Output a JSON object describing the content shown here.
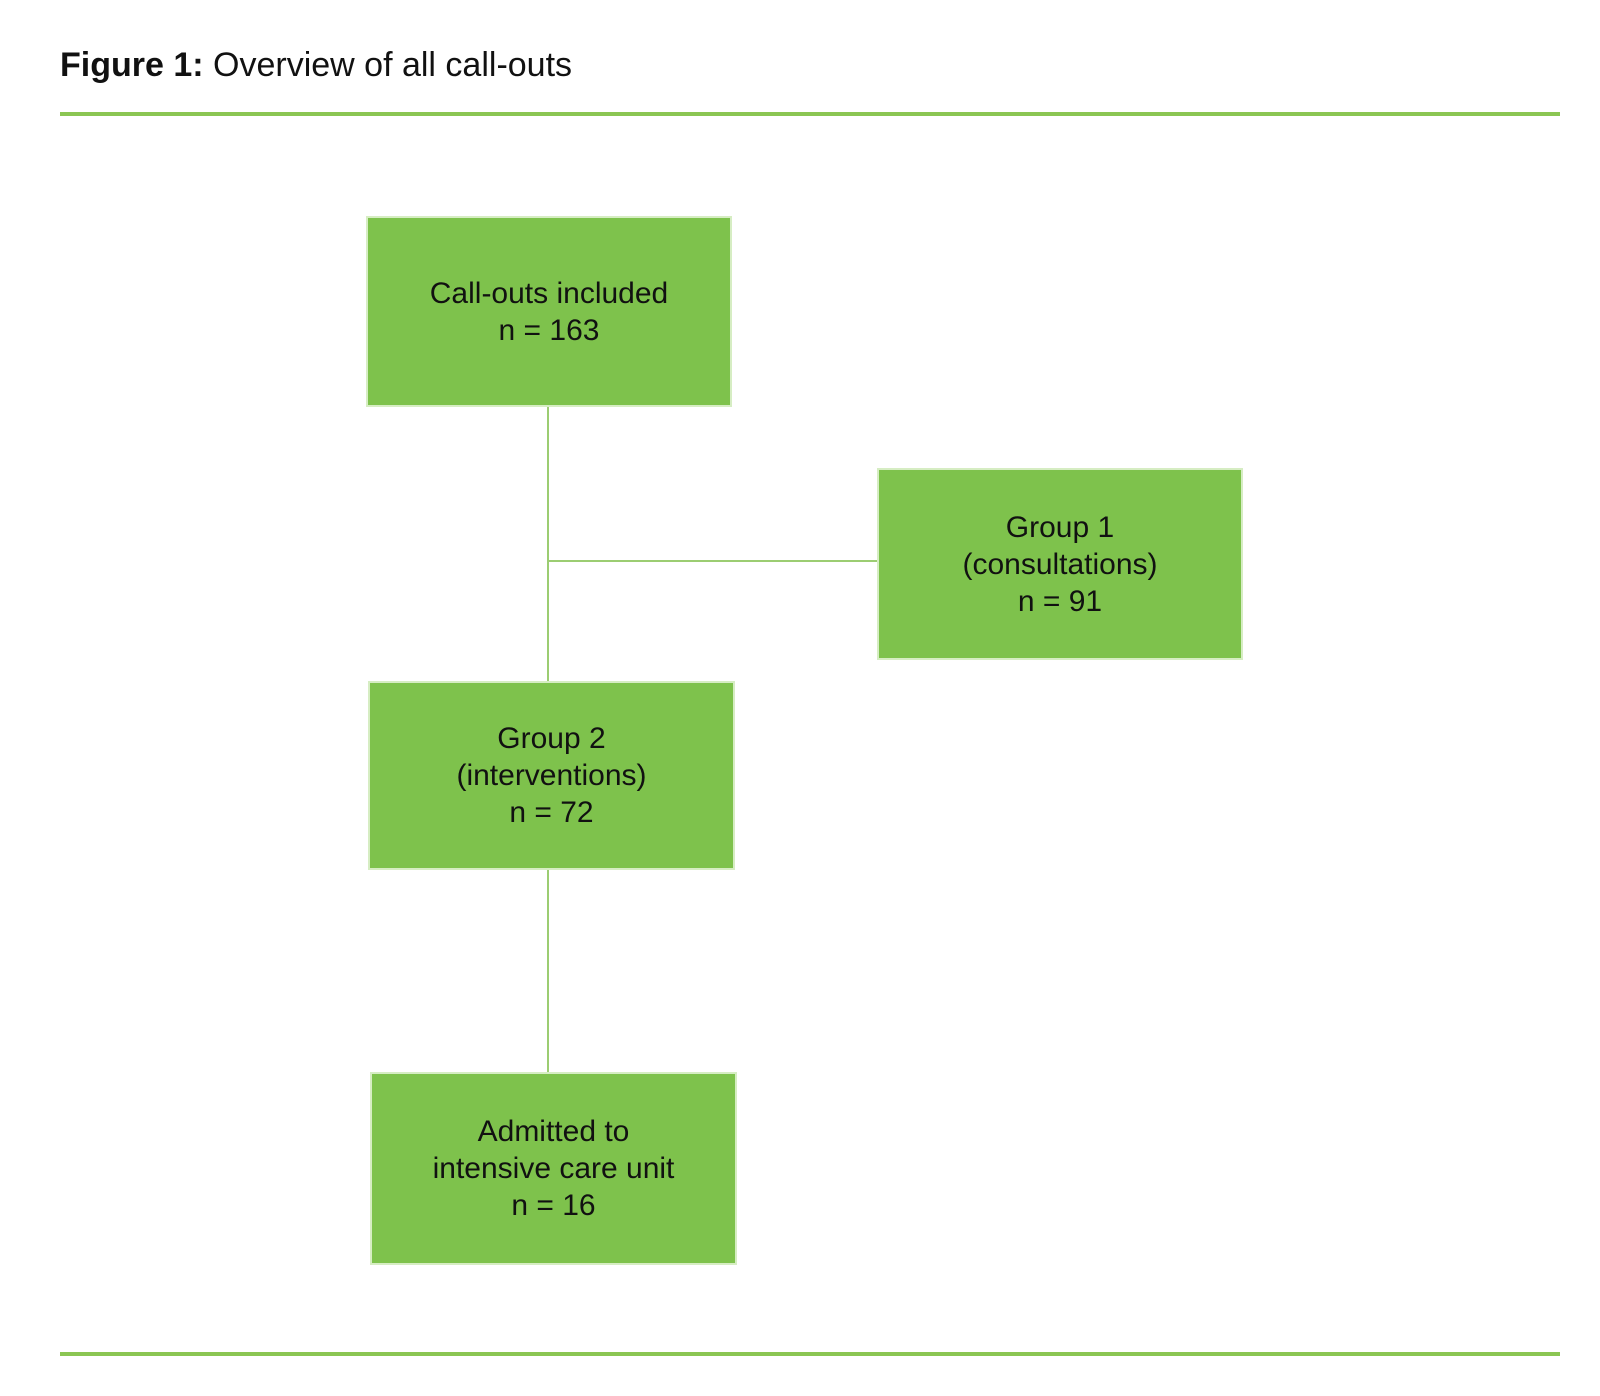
{
  "title": {
    "prefix": "Figure 1:",
    "text": " Overview of all call-outs"
  },
  "flowchart": {
    "nodes": {
      "callouts": {
        "lines": [
          "Call-outs included",
          "n = 163"
        ]
      },
      "group1": {
        "lines": [
          "Group 1",
          "(consultations)",
          "n = 91"
        ]
      },
      "group2": {
        "lines": [
          "Group 2",
          "(interventions)",
          "n = 72"
        ]
      },
      "icu": {
        "lines": [
          "Admitted to",
          "intensive care unit",
          "n = 16"
        ]
      }
    }
  },
  "colors": {
    "node_fill": "#7ec24c",
    "node_border": "#d6edc3",
    "connector_color": "#9ccd72",
    "divider_color": "#8bc653",
    "text_color": "#111111",
    "page_bg": "#ffffff"
  }
}
